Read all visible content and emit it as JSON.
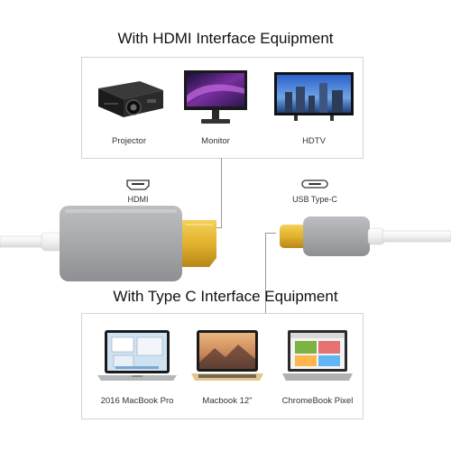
{
  "top_section": {
    "title": "With HDMI Interface Equipment",
    "devices": [
      {
        "label": "Projector",
        "icon": "projector-icon"
      },
      {
        "label": "Monitor",
        "icon": "monitor-icon"
      },
      {
        "label": "HDTV",
        "icon": "tv-icon"
      }
    ]
  },
  "middle_section": {
    "hdmi_label": "HDMI",
    "usbc_label": "USB Type-C"
  },
  "bottom_section": {
    "title": "With Type C Interface Equipment",
    "devices": [
      {
        "label": "2016 MacBook Pro",
        "icon": "macbook-pro-icon"
      },
      {
        "label": "Macbook 12\"",
        "icon": "macbook-12-icon"
      },
      {
        "label": "ChromeBook Pixel",
        "icon": "chromebook-pixel-icon"
      }
    ]
  },
  "colors": {
    "cable_body": "#a7a8ab",
    "gold_plug": "#e1b22c",
    "panel_border": "#d3d3d3"
  }
}
